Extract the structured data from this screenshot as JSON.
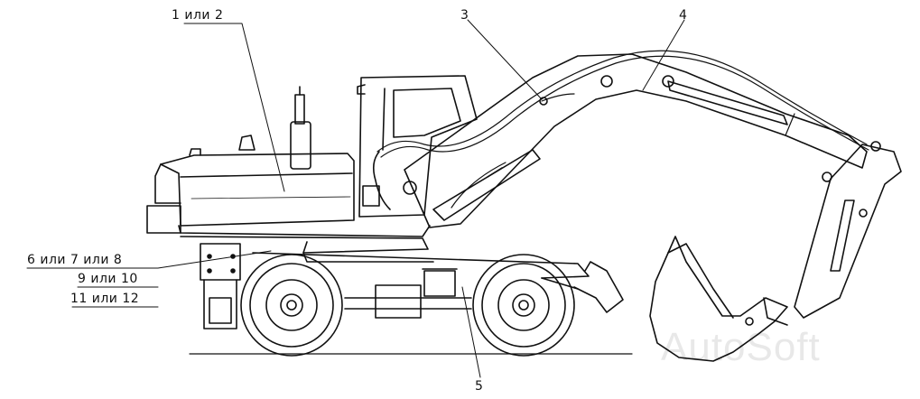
{
  "callouts": [
    {
      "id": "c1",
      "text": "1 или 2"
    },
    {
      "id": "c3",
      "text": "3"
    },
    {
      "id": "c4",
      "text": "4"
    },
    {
      "id": "c5",
      "text": "5"
    },
    {
      "id": "c6",
      "text": "6 или 7 или 8"
    },
    {
      "id": "c9",
      "text": "9 или 10"
    },
    {
      "id": "c11",
      "text": "11 или 12"
    }
  ],
  "watermark": "AutoSoft"
}
